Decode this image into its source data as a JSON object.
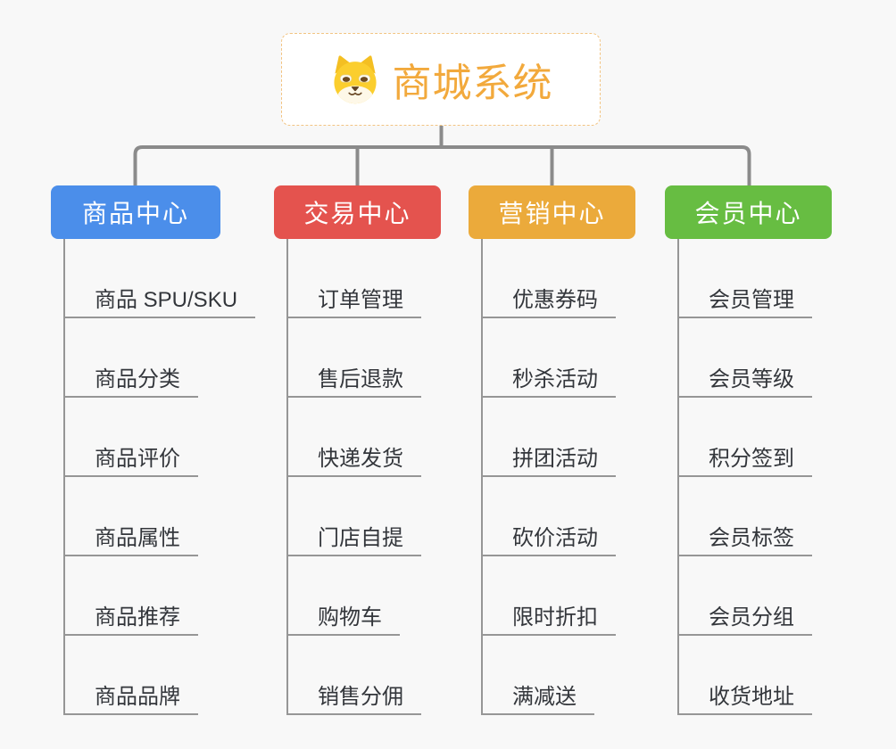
{
  "root": {
    "label": "商城系统",
    "icon": "dog-face-icon",
    "text_color": "#F2A93C",
    "border_color": "#F2C482",
    "background": "#FFFFFF"
  },
  "branches": [
    {
      "label": "商品中心",
      "color": "#4B8EEA",
      "items": [
        "商品 SPU/SKU",
        "商品分类",
        "商品评价",
        "商品属性",
        "商品推荐",
        "商品品牌"
      ]
    },
    {
      "label": "交易中心",
      "color": "#E4534E",
      "items": [
        "订单管理",
        "售后退款",
        "快递发货",
        "门店自提",
        "购物车",
        "销售分佣"
      ]
    },
    {
      "label": "营销中心",
      "color": "#EBAA3B",
      "items": [
        "优惠券码",
        "秒杀活动",
        "拼团活动",
        "砍价活动",
        "限时折扣",
        "满减送"
      ]
    },
    {
      "label": "会员中心",
      "color": "#67BD42",
      "items": [
        "会员管理",
        "会员等级",
        "积分签到",
        "会员标签",
        "会员分组",
        "收货地址"
      ]
    }
  ],
  "style": {
    "trunk_line_color": "#8B8B8B",
    "leaf_line_color": "#969696",
    "leaf_text_color": "#33363B",
    "branch_text_color": "#FFFFFF",
    "canvas_background": "#F8F8F8"
  }
}
